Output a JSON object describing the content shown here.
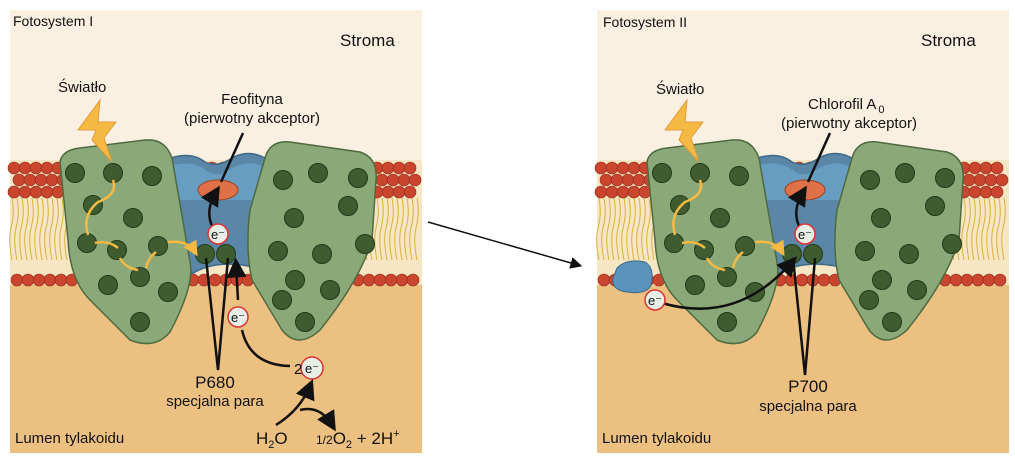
{
  "panels": [
    {
      "title": "Fotosystem I",
      "stroma": "Stroma",
      "light": "Światło",
      "acceptor_name": "Feofityna",
      "acceptor_sub": "",
      "acceptor_desc": "(pierwotny akceptor)",
      "electron": "e⁻",
      "pair_name": "P680",
      "pair_desc": "specjalna para",
      "lumen": "Lumen tylakoidu",
      "two_electrons": "2",
      "water": {
        "h": "H",
        "sub2": "2",
        "o": "O"
      },
      "products": {
        "half": "1/2",
        "o": "O",
        "sub2": "2",
        "rest": " + 2H",
        "sup": "+"
      }
    },
    {
      "title": "Fotosystem II",
      "stroma": "Stroma",
      "light": "Światło",
      "acceptor_name": "Chlorofil A",
      "acceptor_sub": "0",
      "acceptor_desc": "(pierwotny akceptor)",
      "electron": "e⁻",
      "pair_name": "P700",
      "pair_desc": "specjalna para",
      "lumen": "Lumen tylakoidu"
    }
  ],
  "colors": {
    "stroma": "#FAF0E1",
    "lumen": "#EBC081",
    "protein": "#8BA878",
    "pigment": "#3F5C30",
    "channel": "#5A86A8",
    "acceptor": "#E07048",
    "lipid_head": "#C9452E",
    "light": "#F5B944"
  }
}
